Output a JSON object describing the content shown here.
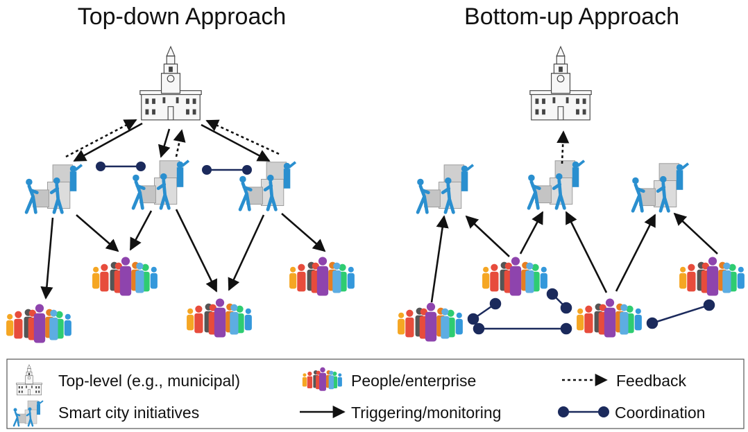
{
  "titles": {
    "top_down": "Top-down Approach",
    "bottom_up": "Bottom-up Approach"
  },
  "legend": {
    "top_level": "Top-level (e.g., municipal)",
    "initiatives": "Smart city initiatives",
    "people": "People/enterprise",
    "triggering": "Triggering/monitoring",
    "feedback": "Feedback",
    "coordination": "Coordination"
  },
  "colors": {
    "arrow": "#111111",
    "coordination": "#1b2a5c",
    "initiative_figure": "#2a8fcf",
    "puzzle": "#c9c9c9",
    "people": [
      "#f5a623",
      "#e74c3c",
      "#7b7b7b",
      "#e74c3c",
      "#8e44ad",
      "#2ecc71",
      "#3498db"
    ]
  },
  "icons": {
    "top_level": "city-hall-icon",
    "initiative": "smart-city-initiative-icon",
    "people": "people-group-icon"
  }
}
